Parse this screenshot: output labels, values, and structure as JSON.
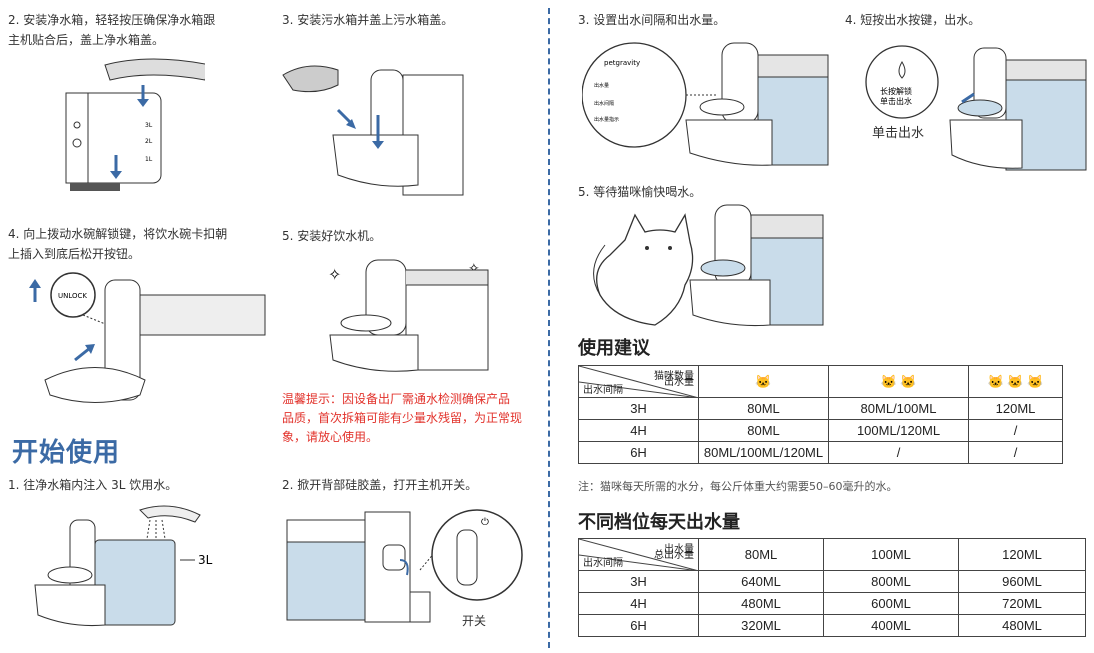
{
  "left": {
    "step2_install_tank": "2. 安装净水箱，轻轻按压确保净水箱跟主机贴合后，盖上净水箱盖。",
    "step2_lines": [
      "2. 安装净水箱，轻轻按压确保净水箱跟",
      "主机贴合后，盖上净水箱盖。"
    ],
    "step3_dirty": "3. 安装污水箱并盖上污水箱盖。",
    "step4_lines": [
      "4. 向上拨动水碗解锁键，将饮水碗卡扣朝",
      "上插入到底后松开按钮。"
    ],
    "step5_done": "5. 安装好饮水机。",
    "unlock_label": "UNLOCK",
    "tank_marks": [
      "3L",
      "2L",
      "1L"
    ],
    "warning_lines": [
      "温馨提示：因设备出厂需通水检测确保产品",
      "品质，首次拆箱可能有少量水残留，为正常现",
      "象，请放心使用。"
    ],
    "section_title": "开始使用",
    "use1": "1. 往净水箱内注入 3L 饮用水。",
    "use1_mark": "3L",
    "use2": "2. 掀开背部硅胶盖，打开主机开关。",
    "switch_label": "开关"
  },
  "right": {
    "step3": "3. 设置出水间隔和出水量。",
    "step4": "4. 短按出水按键，出水。",
    "panel_brand": "petgravity",
    "panel_rows": [
      "出水量",
      "出水间隔",
      "出水量指示"
    ],
    "hold_lines": [
      "长按解锁",
      "单击出水"
    ],
    "single_press": "单击出水",
    "step5": "5. 等待猫咪愉快喝水。",
    "advice_title": "使用建议",
    "table1": {
      "corner_top": "猫咪数量",
      "corner_left": "出水间隔",
      "corner_right": "出水量",
      "headers": [
        "🐱",
        "🐱 🐱",
        "🐱 🐱 🐱"
      ],
      "rows": [
        {
          "label": "3H",
          "cells": [
            "80ML",
            "80ML/100ML",
            "120ML"
          ]
        },
        {
          "label": "4H",
          "cells": [
            "80ML",
            "100ML/120ML",
            "/"
          ]
        },
        {
          "label": "6H",
          "cells": [
            "80ML/100ML/120ML",
            "/",
            "/"
          ]
        }
      ]
    },
    "note": "注：猫咪每天所需的水分，每公斤体重大约需要50–60毫升的水。",
    "daily_title": "不同档位每天出水量",
    "table2": {
      "corner_top": "出水量",
      "corner_left": "出水间隔",
      "corner_right": "总出水量",
      "headers": [
        "80ML",
        "100ML",
        "120ML"
      ],
      "rows": [
        {
          "label": "3H",
          "cells": [
            "640ML",
            "800ML",
            "960ML"
          ]
        },
        {
          "label": "4H",
          "cells": [
            "480ML",
            "600ML",
            "720ML"
          ]
        },
        {
          "label": "6H",
          "cells": [
            "320ML",
            "400ML",
            "480ML"
          ]
        }
      ]
    }
  },
  "colors": {
    "accent": "#3b6aa5",
    "warning": "#e2322b",
    "water": "#c9dcea"
  }
}
